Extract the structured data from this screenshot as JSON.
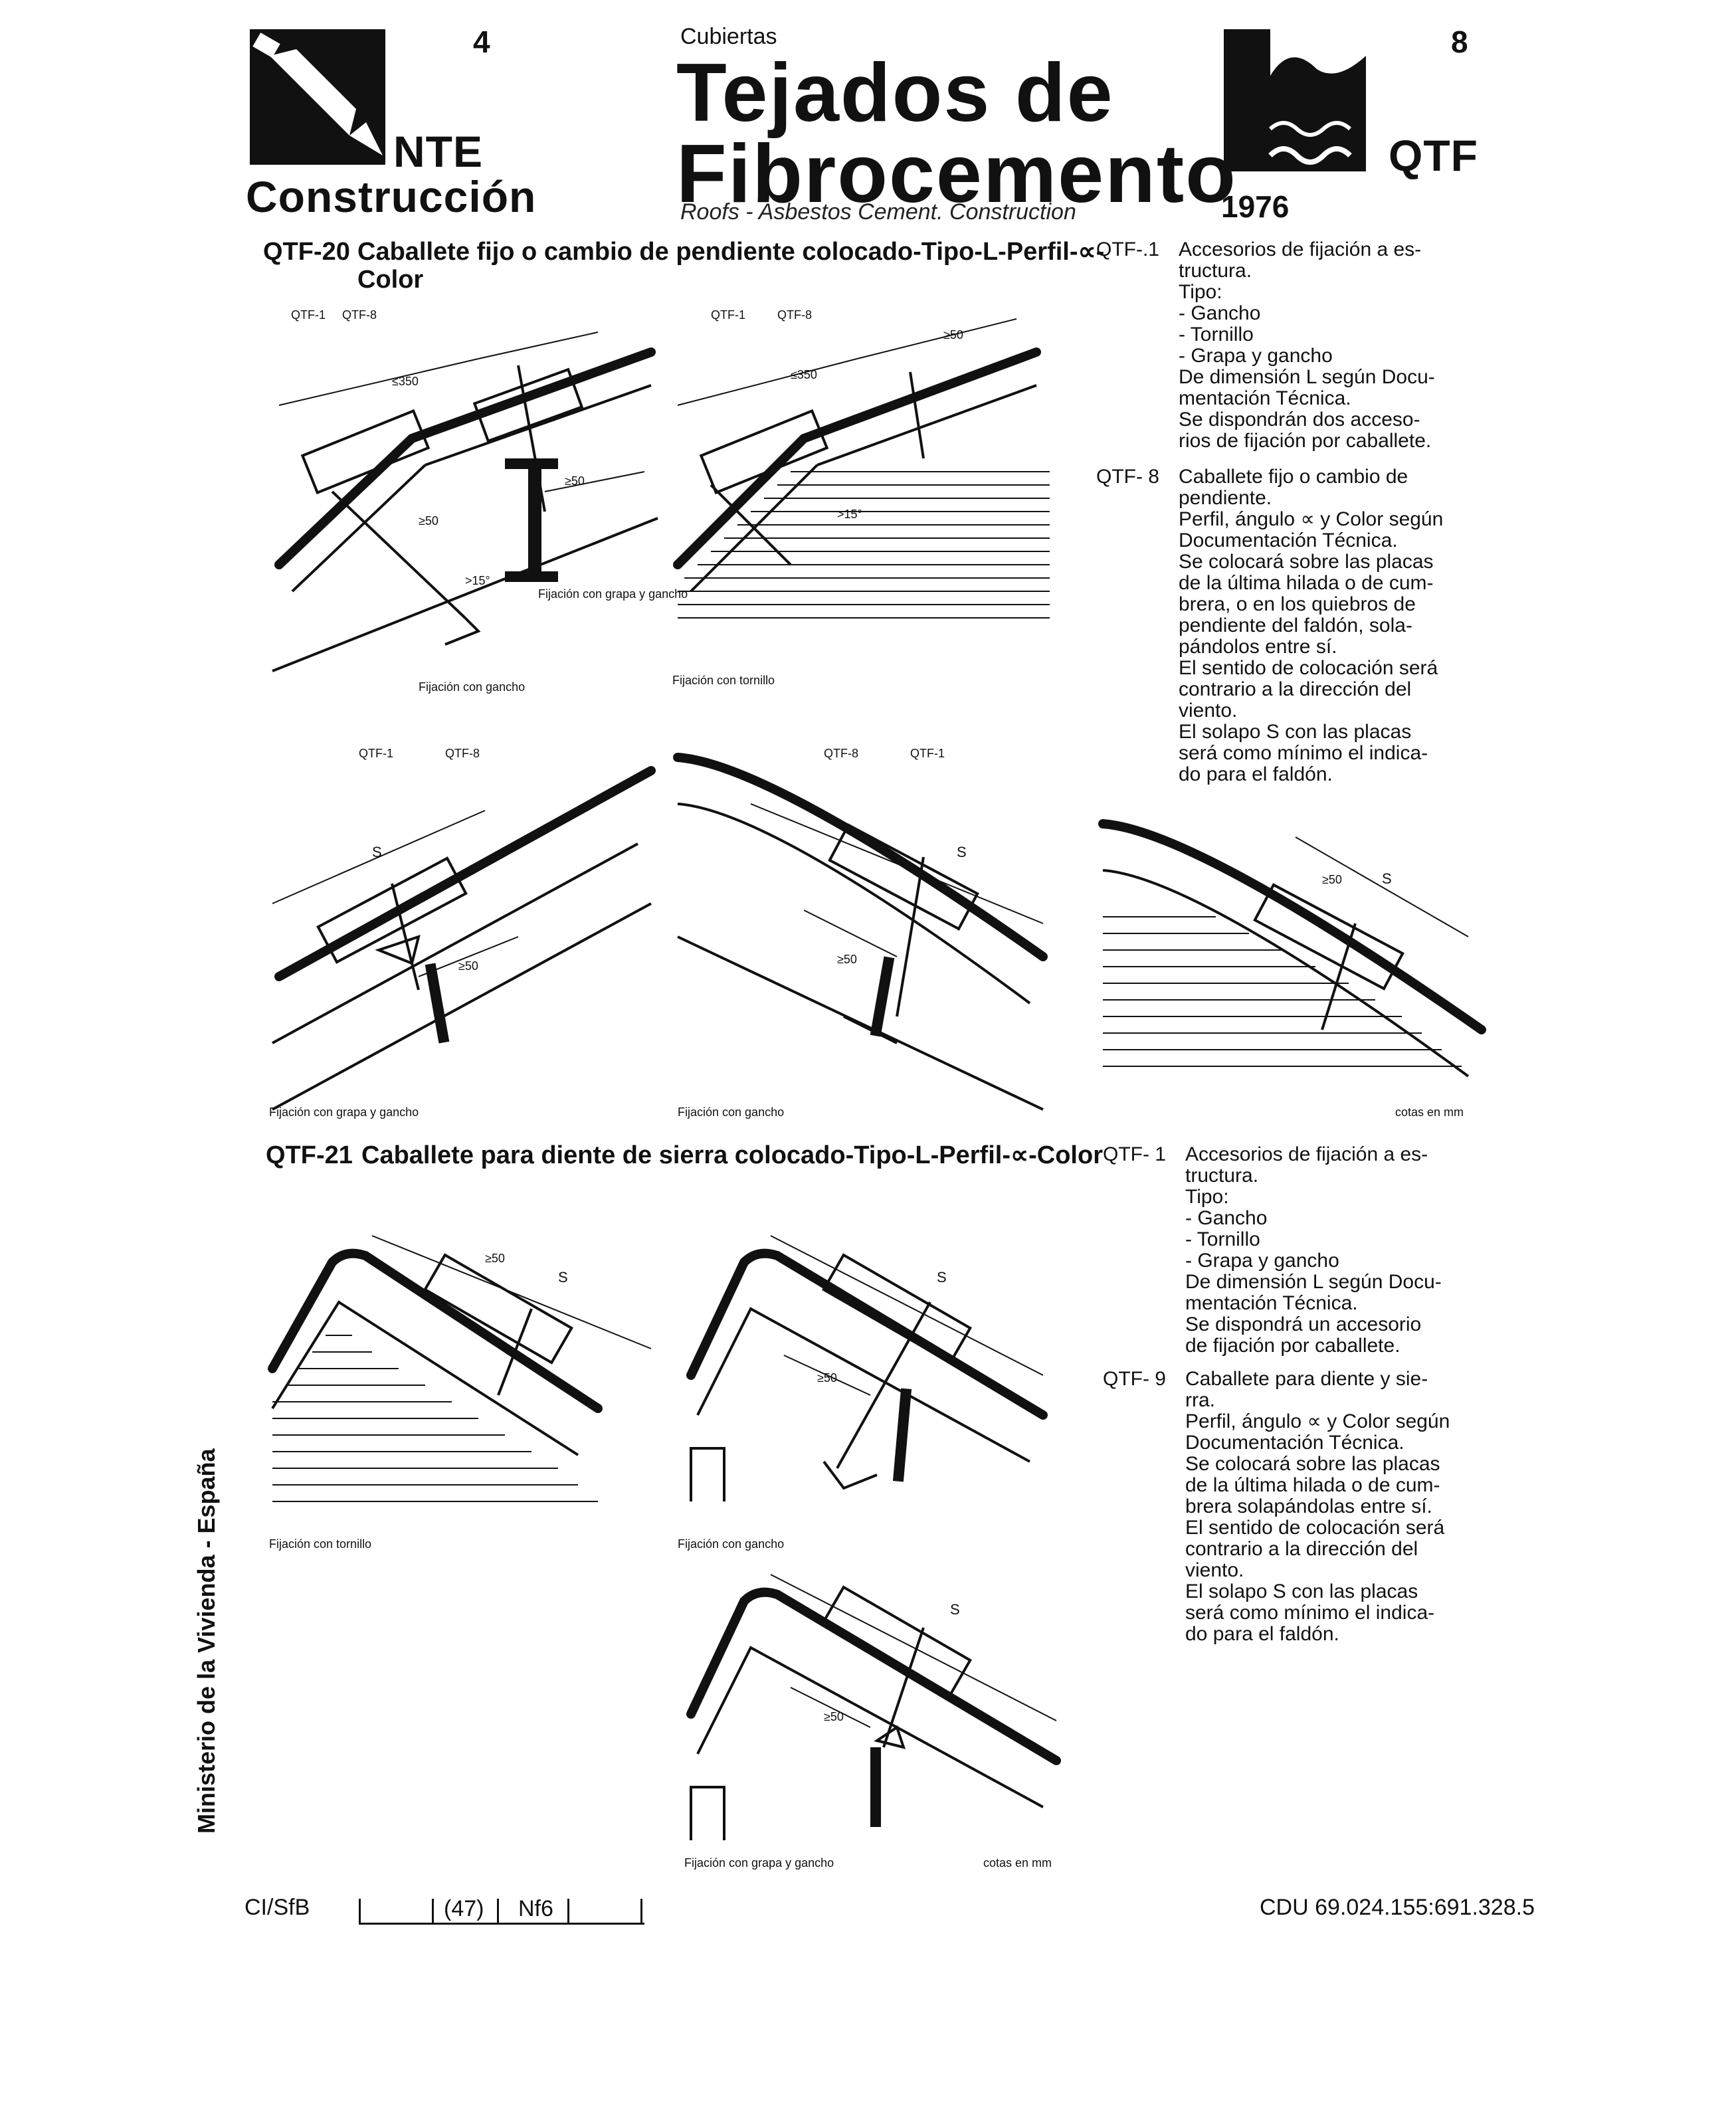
{
  "header": {
    "left_number": "4",
    "nte": "NTE",
    "construccion": "Construcción",
    "category": "Cubiertas",
    "title_line1": "Tejados de",
    "title_line2": "Fibrocemento",
    "subtitle": "Roofs - Asbestos Cement. Construction",
    "right_number": "8",
    "code": "QTF",
    "year": "1976"
  },
  "section1": {
    "code": "QTF-20",
    "title_line1": "Caballete fijo o cambio de pendiente colocado-Tipo-L-Perfil-∝-",
    "title_line2": "Color",
    "diagrams": {
      "d1_labels": [
        "QTF-1",
        "QTF-8"
      ],
      "d1_dims": [
        "≤350",
        "≥50",
        "≥50",
        ">15°"
      ],
      "d1_note": "Fijación con grapa y gancho",
      "d1_caption": "Fijación con gancho",
      "d2_labels": [
        "QTF-1",
        "QTF-8"
      ],
      "d2_dims": [
        "≤350",
        "≥50",
        ">15°"
      ],
      "d2_caption": "Fijación con tornillo",
      "d3_labels": [
        "QTF-1",
        "QTF-8"
      ],
      "d3_dims": [
        "S",
        "≥50"
      ],
      "d3_caption": "Fijación con grapa y gancho",
      "d4_labels": [
        "QTF-8",
        "QTF-1"
      ],
      "d4_dims": [
        "S",
        "≥50"
      ],
      "d4_caption": "Fijación con gancho",
      "d5_dims": [
        "≥50",
        "S"
      ],
      "d5_caption": "cotas en mm"
    },
    "notes": [
      {
        "code": "QTF-.1",
        "lines": [
          "Accesorios de fijación a es-",
          "tructura.",
          "Tipo:",
          "- Gancho",
          "- Tornillo",
          "- Grapa y gancho",
          "De dimensión L según Docu-",
          "mentación Técnica.",
          "Se dispondrán dos acceso-",
          "rios de fijación por caballete."
        ]
      },
      {
        "code": "QTF- 8",
        "lines": [
          "Caballete fijo o cambio de",
          "pendiente.",
          "Perfil, ángulo ∝ y Color según",
          "Documentación Técnica.",
          "Se colocará sobre las placas",
          "de la última hilada o de cum-",
          "brera, o en los quiebros de",
          "pendiente del faldón, sola-",
          "pándolos entre sí.",
          "El sentido de colocación será",
          "contrario a la dirección del",
          "viento.",
          "El solapo S con las placas",
          "será como mínimo el indica-",
          "do para el faldón."
        ]
      }
    ]
  },
  "section2": {
    "code": "QTF-21",
    "title": "Caballete para diente de sierra colocado-Tipo-L-Perfil-∝-Color",
    "diagrams": {
      "d1_dims": [
        "≥50",
        "S"
      ],
      "d1_caption": "Fijación con tornillo",
      "d2_dims": [
        "S",
        "≥50"
      ],
      "d2_caption": "Fijación con gancho",
      "d3_dims": [
        "S",
        "≥50"
      ],
      "d3_caption": "Fijación con grapa y gancho",
      "d3_units": "cotas en mm"
    },
    "notes": [
      {
        "code": "QTF- 1",
        "lines": [
          "Accesorios de fijación a es-",
          "tructura.",
          "Tipo:",
          "- Gancho",
          "- Tornillo",
          "- Grapa y gancho",
          "De dimensión L según Docu-",
          "mentación Técnica.",
          "Se dispondrá un accesorio",
          "de fijación por caballete."
        ]
      },
      {
        "code": "QTF- 9",
        "lines": [
          "Caballete para diente y sie-",
          "rra.",
          "Perfil, ángulo ∝ y Color según",
          "Documentación Técnica.",
          "Se colocará sobre las placas",
          "de la última hilada o de cum-",
          "brera solapándolas entre sí.",
          "El sentido de colocación será",
          "contrario a la dirección del",
          "viento.",
          "El solapo S con las placas",
          "será como mínimo el indica-",
          "do para el faldón."
        ]
      }
    ]
  },
  "sidebar": {
    "text": "Ministerio de la Vivienda - España"
  },
  "footer": {
    "cisfb": "CI/SfB",
    "box1": "(47)",
    "box2": "Nf6",
    "cdu": "CDU 69.024.155:691.328.5"
  }
}
